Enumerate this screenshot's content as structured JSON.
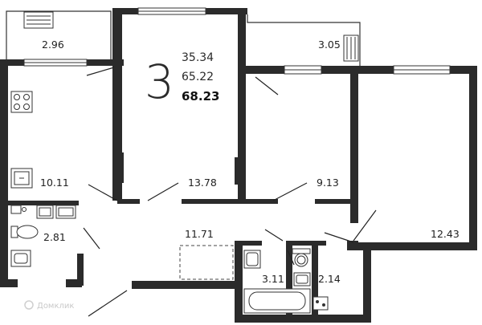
{
  "plan": {
    "room_count": "3",
    "totals": {
      "living_area": "35.34",
      "total_area": "65.22",
      "total_with_balconies": "68.23"
    },
    "rooms": {
      "balcony_left": "2.96",
      "balcony_right": "3.05",
      "kitchen": "10.11",
      "bedroom_middle": "13.78",
      "bedroom_small": "9.13",
      "bedroom_large": "12.43",
      "hallway": "11.71",
      "toilet": "2.81",
      "bathroom": "3.11",
      "wc": "2.14"
    },
    "watermark": "Домклик"
  }
}
